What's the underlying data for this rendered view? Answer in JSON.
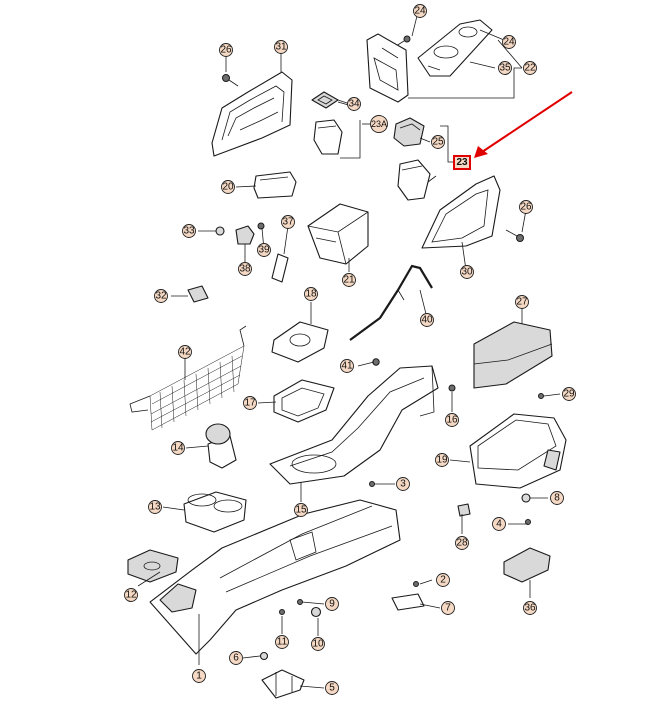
{
  "callouts": [
    {
      "id": "c1",
      "label": "1"
    },
    {
      "id": "c2",
      "label": "2"
    },
    {
      "id": "c3",
      "label": "3"
    },
    {
      "id": "c4",
      "label": "4"
    },
    {
      "id": "c5",
      "label": "5"
    },
    {
      "id": "c6",
      "label": "6"
    },
    {
      "id": "c7",
      "label": "7"
    },
    {
      "id": "c8",
      "label": "8"
    },
    {
      "id": "c9",
      "label": "9"
    },
    {
      "id": "c10",
      "label": "10"
    },
    {
      "id": "c11",
      "label": "11"
    },
    {
      "id": "c12",
      "label": "12"
    },
    {
      "id": "c13",
      "label": "13"
    },
    {
      "id": "c14",
      "label": "14"
    },
    {
      "id": "c15",
      "label": "15"
    },
    {
      "id": "c16",
      "label": "16"
    },
    {
      "id": "c17",
      "label": "17"
    },
    {
      "id": "c18",
      "label": "18"
    },
    {
      "id": "c19",
      "label": "19"
    },
    {
      "id": "c20",
      "label": "20"
    },
    {
      "id": "c21",
      "label": "21"
    },
    {
      "id": "c22",
      "label": "22"
    },
    {
      "id": "c23A",
      "label": "23A"
    },
    {
      "id": "c24a",
      "label": "24"
    },
    {
      "id": "c24b",
      "label": "24"
    },
    {
      "id": "c25",
      "label": "25"
    },
    {
      "id": "c26a",
      "label": "26"
    },
    {
      "id": "c26b",
      "label": "26"
    },
    {
      "id": "c27",
      "label": "27"
    },
    {
      "id": "c28",
      "label": "28"
    },
    {
      "id": "c29",
      "label": "29"
    },
    {
      "id": "c30",
      "label": "30"
    },
    {
      "id": "c31",
      "label": "31"
    },
    {
      "id": "c32",
      "label": "32"
    },
    {
      "id": "c33",
      "label": "33"
    },
    {
      "id": "c34",
      "label": "34"
    },
    {
      "id": "c35",
      "label": "35"
    },
    {
      "id": "c36",
      "label": "36"
    },
    {
      "id": "c37",
      "label": "37"
    },
    {
      "id": "c38",
      "label": "38"
    },
    {
      "id": "c39",
      "label": "39"
    },
    {
      "id": "c40",
      "label": "40"
    },
    {
      "id": "c41",
      "label": "41"
    },
    {
      "id": "c42",
      "label": "42"
    }
  ],
  "highlight": {
    "label": "23"
  },
  "colors": {
    "callout_fill": "#f5d9c4",
    "highlight_arrow": "#e00000"
  }
}
